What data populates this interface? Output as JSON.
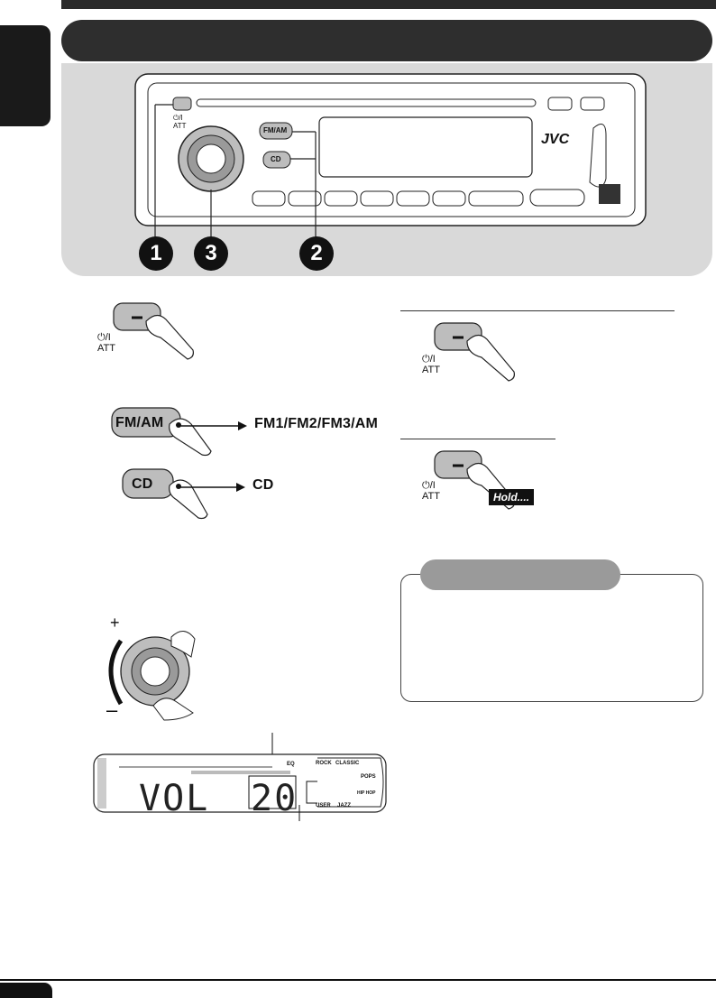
{
  "panel": {
    "brand_logo": "JVC",
    "power_button_label": "⏻/I",
    "power_button_sub": "ATT",
    "fmam_button": "FM/AM",
    "cd_button": "CD",
    "callouts": [
      "1",
      "3",
      "2"
    ]
  },
  "steps": {
    "power_label_line1": "⏻/I",
    "power_label_line2": "ATT",
    "fmam_button": "FM/AM",
    "fmam_result": "FM1/FM2/FM3/AM",
    "cd_button": "CD",
    "cd_result": "CD",
    "dial_plus": "+",
    "dial_minus": "–"
  },
  "right_column": {
    "att_label_line1": "⏻/I",
    "att_label_line2": "ATT",
    "hold_badge": "Hold...."
  },
  "display": {
    "text_left": "VOL",
    "text_number": "20",
    "eq_tags": [
      "EQ",
      "ROCK",
      "CLASSIC",
      "POPS",
      "HIP HOP",
      "USER",
      "JAZZ"
    ]
  },
  "colors": {
    "dark_bar": "#2e2e2e",
    "panel_bg": "#d9d9d9",
    "button_fill": "#bdbdbd",
    "tip_pill": "#9a9a9a"
  }
}
